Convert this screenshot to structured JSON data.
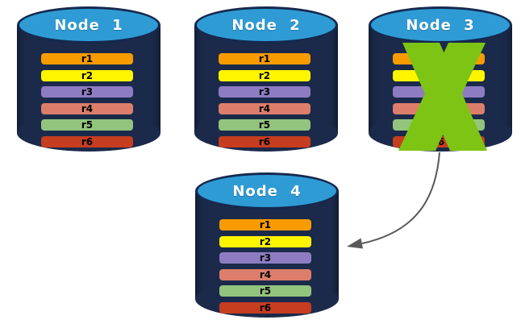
{
  "diagram": {
    "description": "Four database nodes each holding replicated records r1-r6; Node 3 is crossed out (failed) and an arrow points from Node 3 to replacement Node 4",
    "nodes": [
      {
        "label": "Node 1",
        "status": "active",
        "records": [
          {
            "label": "r1",
            "color": "#F89B00"
          },
          {
            "label": "r2",
            "color": "#FFF500"
          },
          {
            "label": "r3",
            "color": "#8E7CC3"
          },
          {
            "label": "r4",
            "color": "#DC7E6B"
          },
          {
            "label": "r5",
            "color": "#93C47D"
          },
          {
            "label": "r6",
            "color": "#C63D20"
          }
        ]
      },
      {
        "label": "Node 2",
        "status": "active",
        "records": [
          {
            "label": "r1",
            "color": "#F89B00"
          },
          {
            "label": "r2",
            "color": "#FFF500"
          },
          {
            "label": "r3",
            "color": "#8E7CC3"
          },
          {
            "label": "r4",
            "color": "#DC7E6B"
          },
          {
            "label": "r5",
            "color": "#93C47D"
          },
          {
            "label": "r6",
            "color": "#C63D20"
          }
        ]
      },
      {
        "label": "Node 3",
        "status": "failed",
        "records": [
          {
            "label": "r1",
            "color": "#F89B00"
          },
          {
            "label": "r2",
            "color": "#FFF500"
          },
          {
            "label": "r3",
            "color": "#8E7CC3"
          },
          {
            "label": "r4",
            "color": "#DC7E6B"
          },
          {
            "label": "r5",
            "color": "#93C47D"
          },
          {
            "label": "r6",
            "color": "#C63D20"
          }
        ]
      },
      {
        "label": "Node 4",
        "status": "active",
        "records": [
          {
            "label": "r1",
            "color": "#F89B00"
          },
          {
            "label": "r2",
            "color": "#FFF500"
          },
          {
            "label": "r3",
            "color": "#8E7CC3"
          },
          {
            "label": "r4",
            "color": "#DC7E6B"
          },
          {
            "label": "r5",
            "color": "#93C47D"
          },
          {
            "label": "r6",
            "color": "#C63D20"
          }
        ]
      }
    ],
    "failure_marker": {
      "node": "Node 3",
      "shape": "x-cross",
      "color": "#7EC414"
    },
    "arrow": {
      "from": "Node 3",
      "to": "Node 4",
      "color": "#595959"
    },
    "colors": {
      "cylinder_body": "#1B2A4A",
      "cylinder_top": "#2F9BD5",
      "cylinder_top_border": "#15294E",
      "title_text": "#FFFFFF",
      "record_text": "#000000",
      "background": "#FFFFFF"
    }
  }
}
